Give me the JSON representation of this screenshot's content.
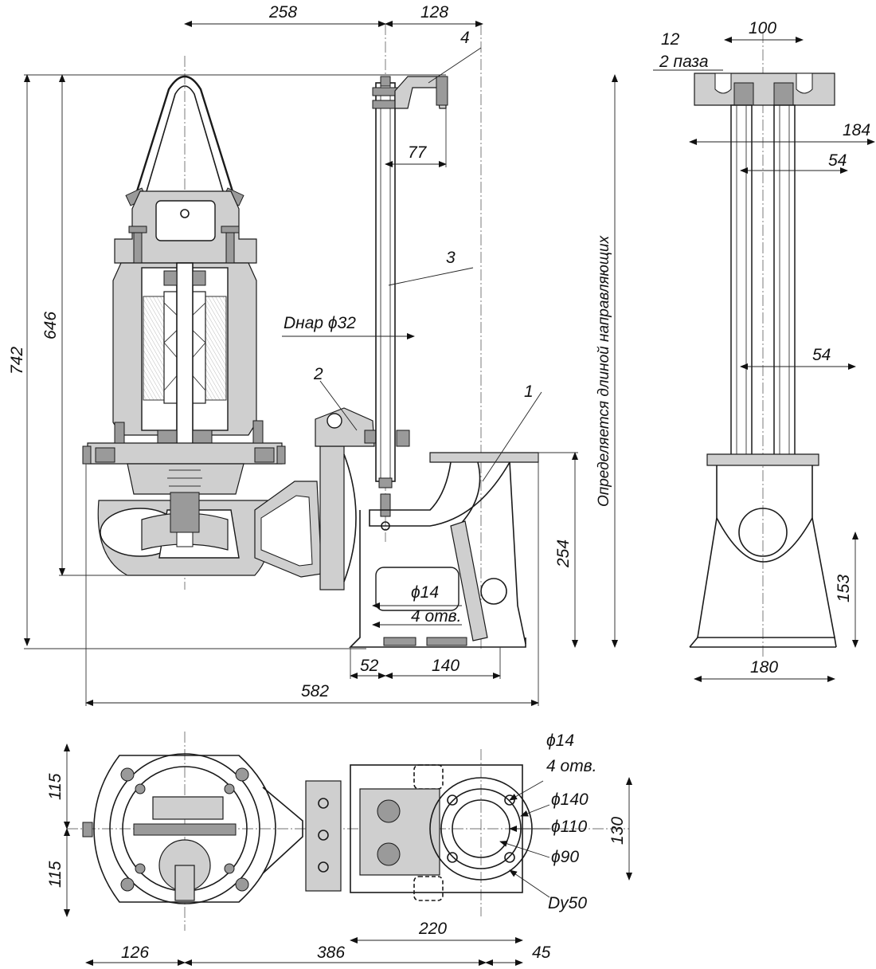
{
  "dimensions": {
    "d258": "258",
    "d128": "128",
    "d646": "646",
    "d742": "742",
    "d77": "77",
    "d254": "254",
    "d52": "52",
    "d140": "140",
    "d582": "582",
    "d100": "100",
    "d12": "12",
    "d184": "184",
    "d54a": "54",
    "d54b": "54",
    "d153": "153",
    "d180": "180",
    "d115a": "115",
    "d115b": "115",
    "d130": "130",
    "d220": "220",
    "d126": "126",
    "d386": "386",
    "d45": "45"
  },
  "callouts": {
    "part1": "1",
    "part2": "2",
    "part3": "3",
    "part4": "4",
    "slots": "2 паза",
    "dnar": "Dнар ϕ32",
    "hole14": "ϕ14",
    "holes4": "4 отв.",
    "hole14_plan": "ϕ14",
    "holes4_plan": "4 отв.",
    "d140": "ϕ140",
    "d110": "ϕ110",
    "d90": "ϕ90",
    "dy50": "Dy50",
    "guide_note": "Определяется длиной направляющих"
  }
}
